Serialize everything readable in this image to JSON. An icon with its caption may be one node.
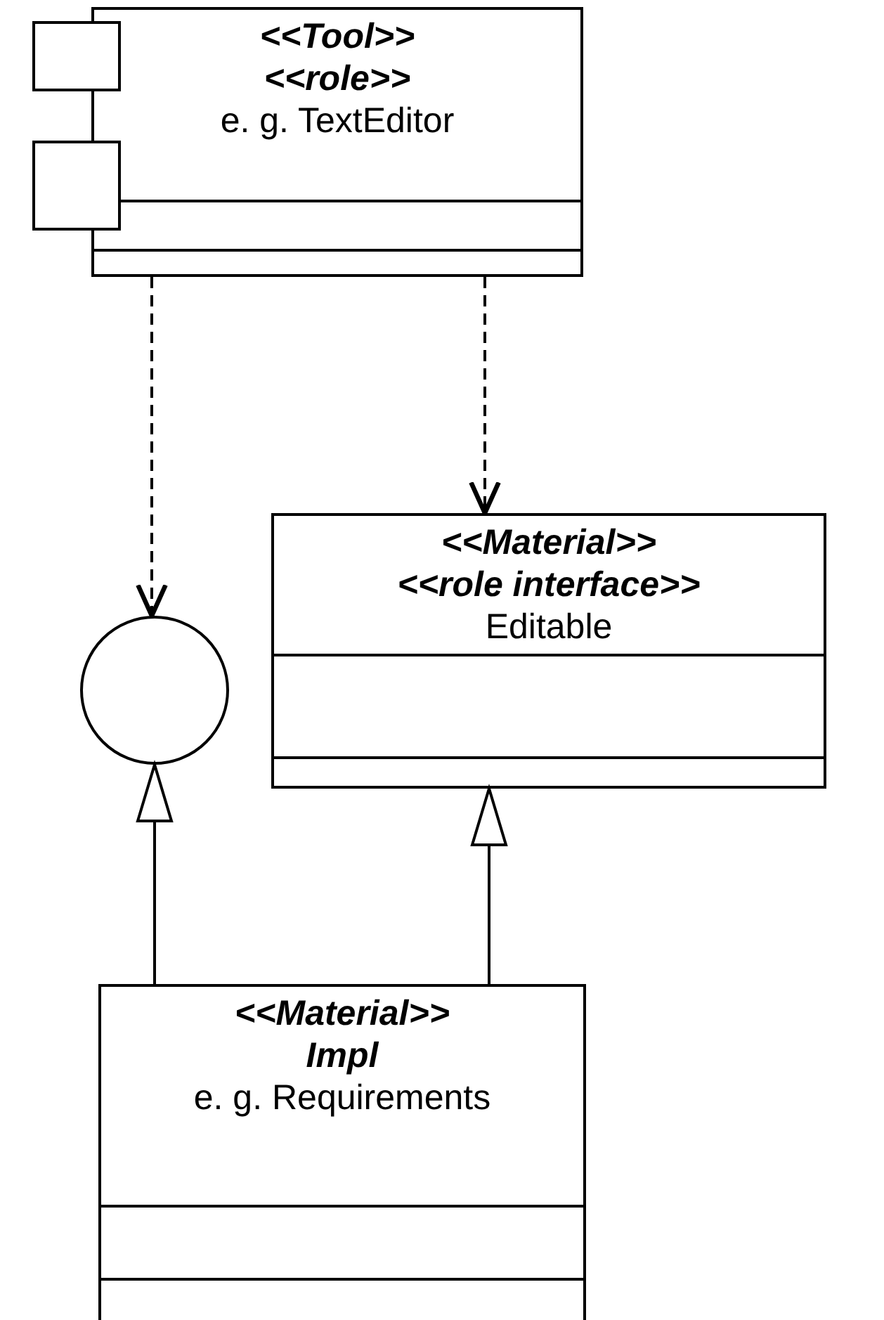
{
  "diagram": {
    "nodes": [
      {
        "text": [
          "<<Tool>>",
          "<<role>>",
          "e. g. TextEditor"
        ]
      },
      {
        "text": [],
        "shape": "circle"
      },
      {
        "text": [
          "<<Material>>",
          "<<role interface>>",
          "Editable"
        ]
      },
      {
        "text": [
          "<<Material>>",
          "Impl",
          "e. g. Requirements"
        ]
      }
    ],
    "edges": [
      {
        "from": 0,
        "to": 1,
        "arrow": "to",
        "style": "dashed"
      },
      {
        "from": 0,
        "to": 2,
        "arrow": "to",
        "style": "dashed"
      },
      {
        "from": 3,
        "to": 1,
        "arrow": "to"
      },
      {
        "from": 3,
        "to": 2,
        "arrow": "to"
      }
    ]
  }
}
